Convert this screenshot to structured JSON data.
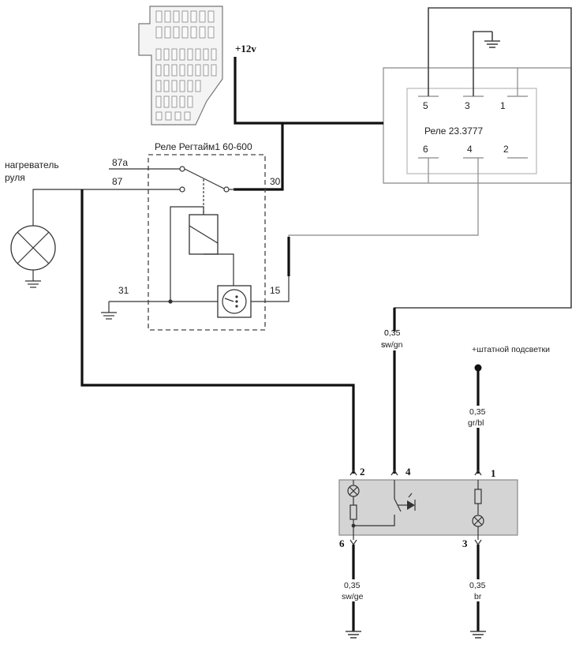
{
  "fusebox": {
    "voltage_label": "+12v"
  },
  "regtaim_relay": {
    "title": "Реле Регтайм1 60-600",
    "pin_87a": "87a",
    "pin_87": "87",
    "pin_30": "30",
    "pin_31": "31",
    "pin_15": "15"
  },
  "heater": {
    "label_line1": "нагреватель",
    "label_line2": "руля"
  },
  "relay_23": {
    "title": "Реле 23.3777",
    "pin_5": "5",
    "pin_3": "3",
    "pin_1": "1",
    "pin_6": "6",
    "pin_4": "4",
    "pin_2": "2"
  },
  "switch_module": {
    "pin_2": "2",
    "pin_4": "4",
    "pin_1": "1",
    "pin_6": "6",
    "pin_3": "3"
  },
  "wires": {
    "sw_gn_gauge": "0,35",
    "sw_gn_color": "sw/gn",
    "gr_bl_gauge": "0,35",
    "gr_bl_color": "gr/bl",
    "sw_ge_gauge": "0,35",
    "sw_ge_color": "sw/ge",
    "br_gauge": "0,35",
    "br_color": "br",
    "backlight_label": "+штатной подсветки"
  }
}
